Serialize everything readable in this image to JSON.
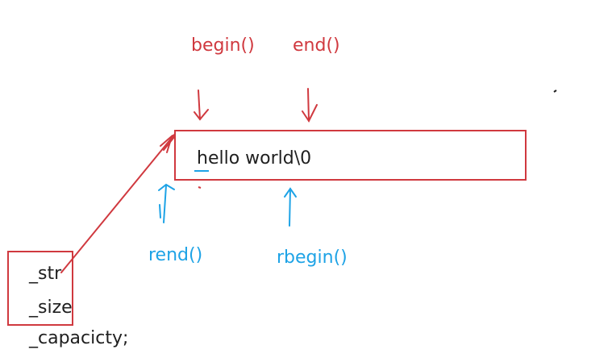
{
  "labels": {
    "begin": "begin()",
    "end": "end()",
    "rend": "rend()",
    "rbegin": "rbegin()"
  },
  "buffer": {
    "text": "hello world\\0"
  },
  "members": {
    "str": "_str",
    "size": "_size",
    "capacity": "_capacicty;"
  },
  "colors": {
    "forward": "#d0393f",
    "reverse": "#1ea3e6",
    "text": "#1f1f1f"
  }
}
